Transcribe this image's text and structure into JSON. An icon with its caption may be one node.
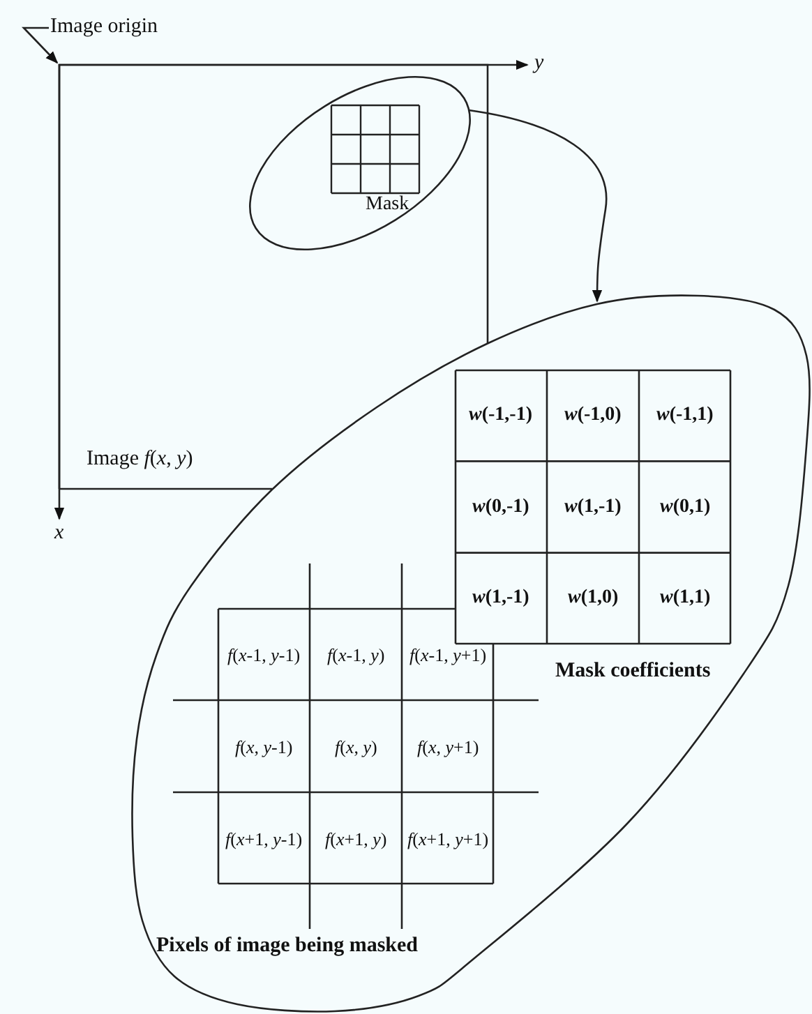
{
  "diagram": {
    "nodes": [
      {
        "text": [
          "Image *f*(*x*, *y*)"
        ]
      },
      {
        "text": [
          "Mask"
        ],
        "in": 0
      },
      {
        "text": [],
        "shape": "ellipse"
      },
      {
        "text": [
          "*w*(-1,-1)",
          "*w*(-1,0)",
          "*w*(-1,1)",
          "*w*(0,-1)",
          "*w*(1,-1)",
          "*w*(0,1)",
          "*w*(1,-1)",
          "*w*(1,0)",
          "*w*(1,1)",
          "Mask coefficients"
        ],
        "in": 2
      },
      {
        "text": [
          "*f*(*x*-1, *y*-1)",
          "*f*(*x*-1, *y*)",
          "*f*(*x*-1, *y*+1)",
          "*f*(*x*, *y*-1)",
          "*f*(*x*, *y*)",
          "*f*(*x*, *y*+1)",
          "*f*(*x*+1, *y*-1)",
          "*f*(*x*+1, *y*)",
          "*f*(*x*+1, *y*+1)",
          "Pixels of image being masked"
        ],
        "in": 2
      },
      {
        "text": [
          "Image origin"
        ]
      }
    ],
    "edges": [
      {
        "from": 1,
        "to": 2,
        "arrow": "to"
      },
      {
        "from": 5,
        "to": 0,
        "arrow": "to"
      }
    ],
    "labels": [
      "y",
      "x"
    ]
  }
}
